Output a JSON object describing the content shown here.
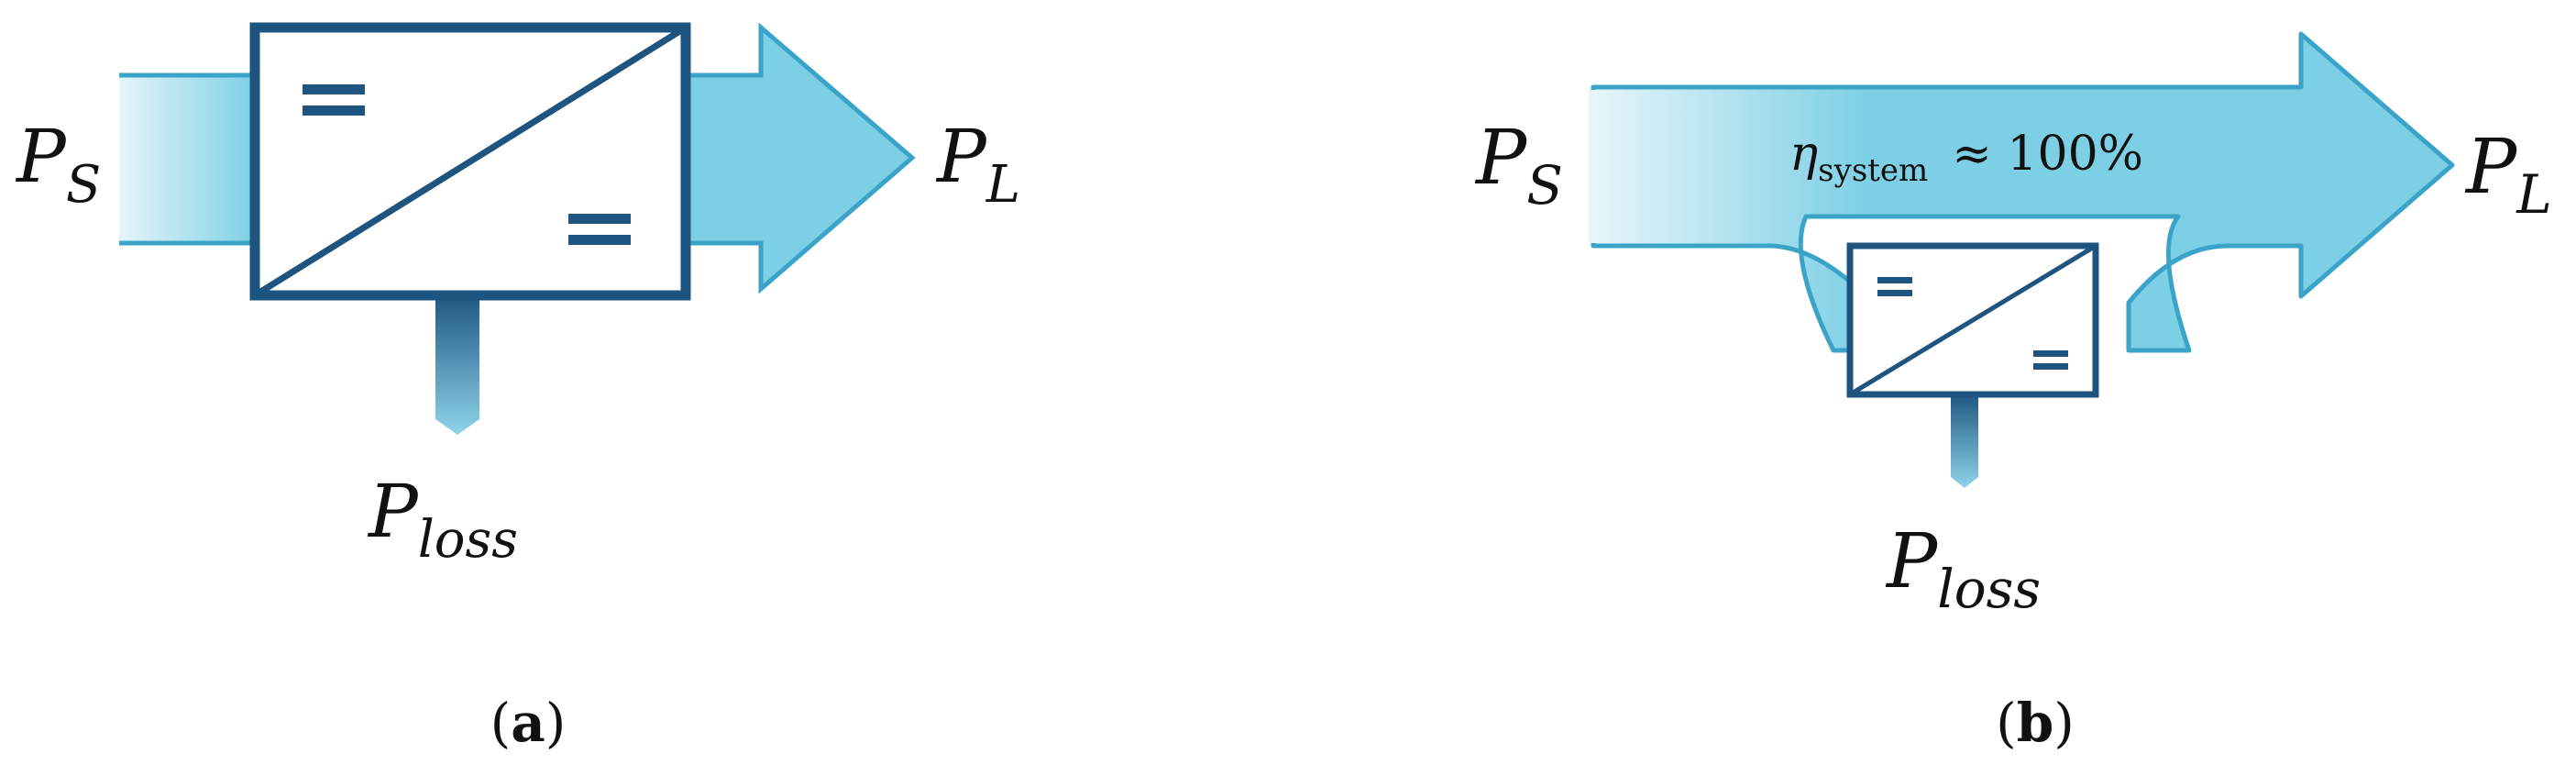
{
  "panel_a": {
    "source_label": {
      "main": "P",
      "sub": "S"
    },
    "load_label": {
      "main": "P",
      "sub": "L"
    },
    "loss_label": {
      "main": "P",
      "sub": "loss"
    },
    "converter_symbols": {
      "input": "=",
      "output": "="
    },
    "caption": {
      "open": "(",
      "letter": "a",
      "close": ")"
    }
  },
  "panel_b": {
    "source_label": {
      "main": "P",
      "sub": "S"
    },
    "load_label": {
      "main": "P",
      "sub": "L"
    },
    "loss_label": {
      "main": "P",
      "sub": "loss"
    },
    "efficiency": {
      "symbol": "η",
      "sub": "system",
      "value": "≈ 100%"
    },
    "converter_symbols": {
      "input": "=",
      "output": "="
    },
    "caption": {
      "open": "(",
      "letter": "b",
      "close": ")"
    }
  },
  "colors": {
    "flow_light": "#e6f5fa",
    "flow": "#7ccfe5",
    "outline": "#3aa3c8",
    "converter_border": "#1d5580",
    "stub_dark": "#1d5580",
    "stub_light": "#8fd4ea"
  }
}
